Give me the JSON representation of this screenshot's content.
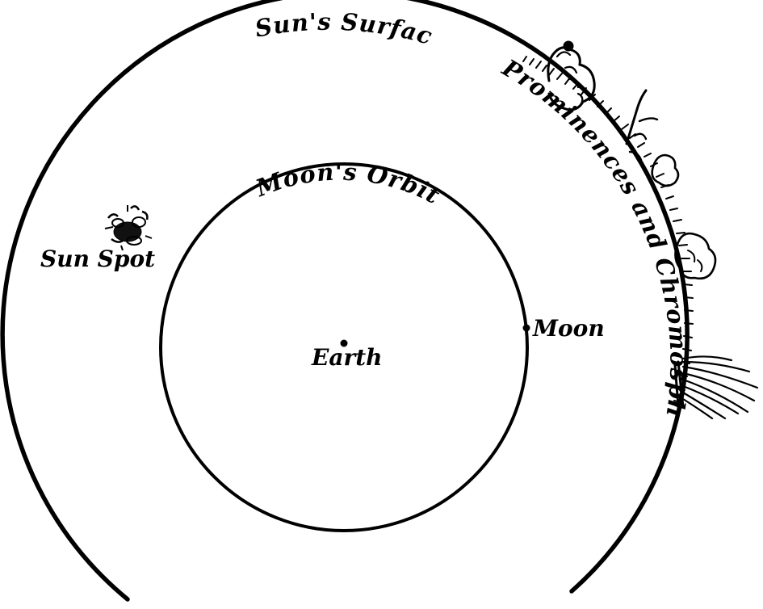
{
  "labels": {
    "sun_surface": "Sun's Surface",
    "prominences": "Prominences and Chromosphere",
    "moon_orbit": "Moon's Orbit",
    "sun_spot": "Sun Spot",
    "moon": "Moon",
    "earth": "Earth"
  },
  "colors": {
    "ink": "#000000",
    "paper": "#ffffff"
  }
}
